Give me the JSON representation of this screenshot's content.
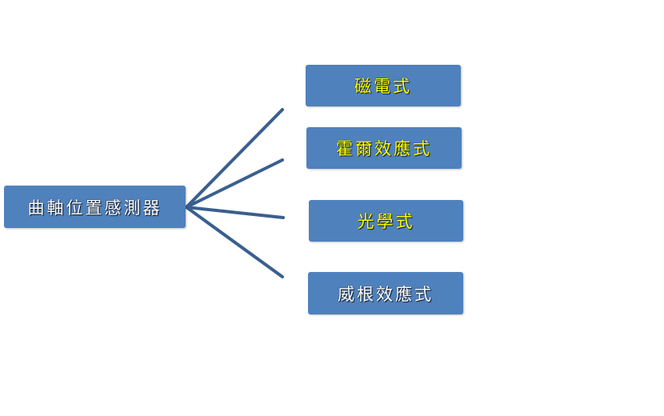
{
  "diagram": {
    "root": {
      "label": "曲軸位置感測器",
      "text_color": "#ffffff"
    },
    "branches": [
      {
        "label": "磁電式",
        "text_color": "#ffff00"
      },
      {
        "label": "霍爾效應式",
        "text_color": "#ffff00"
      },
      {
        "label": "光學式",
        "text_color": "#ffff00"
      },
      {
        "label": "威根效應式",
        "text_color": "#ffffff"
      }
    ],
    "box_color": "#4f81bd",
    "line_color": "#3a5f8f"
  }
}
